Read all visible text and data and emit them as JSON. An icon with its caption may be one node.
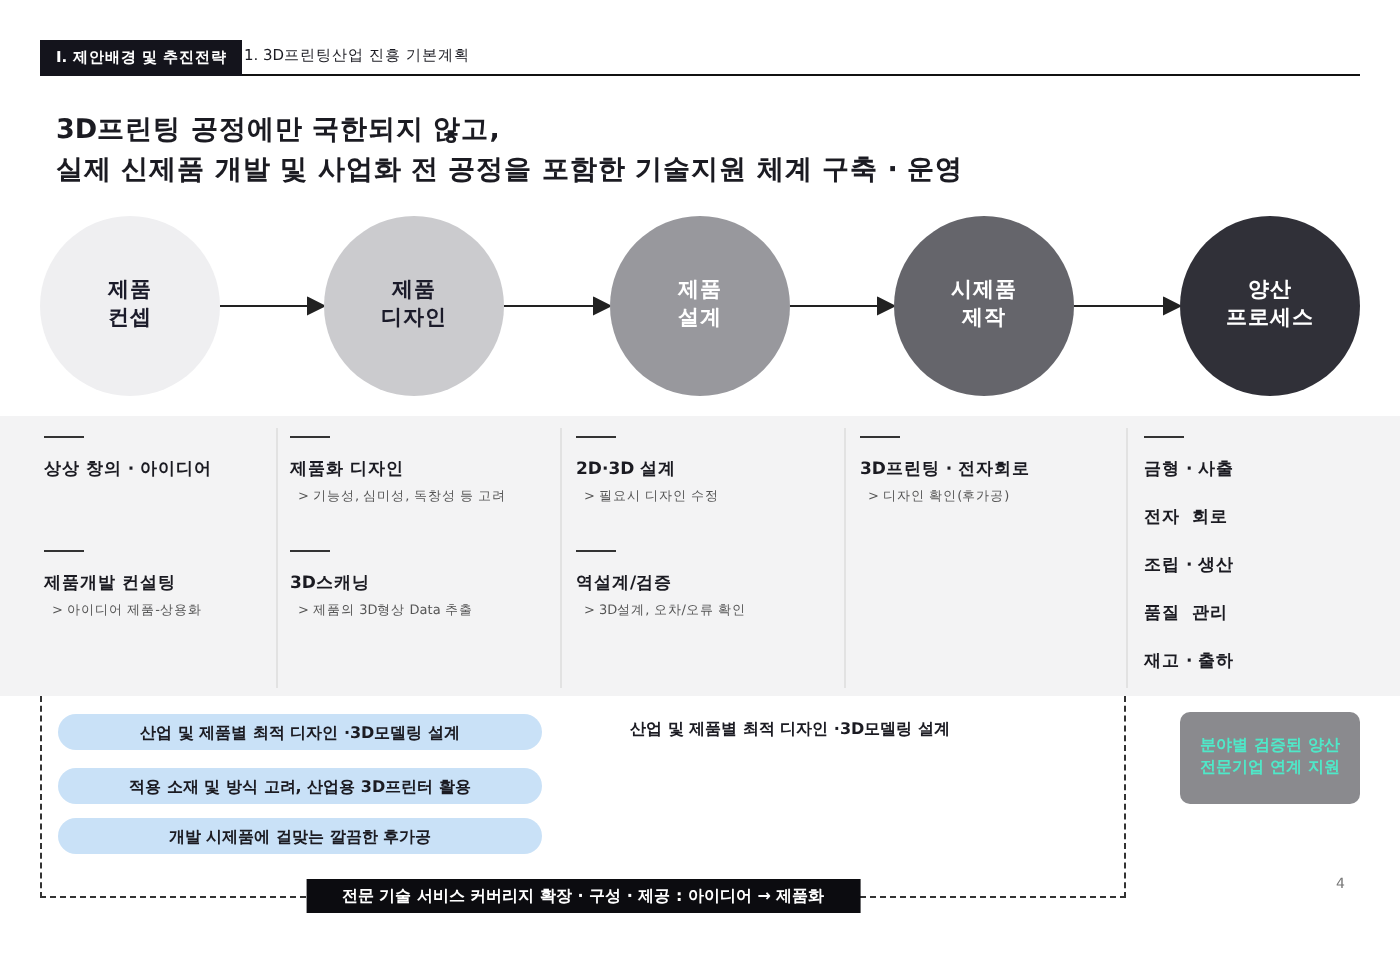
{
  "diagram": {
    "title": "3D프린팅 공정에만 국한되지 않고, 실제 신제품 개발 및 사업화 전 공정을 포함한 기술지원 체계 구축 · 운영",
    "nodes": [
      {
        "text": [
          "제품 컨셉"
        ]
      },
      {
        "text": [
          "제품 디자인"
        ]
      },
      {
        "text": [
          "제품 설계"
        ]
      },
      {
        "text": [
          "시제품 제작"
        ]
      },
      {
        "text": [
          "양산 프로세스"
        ]
      },
      {
        "text": [
          "전문 기술 서비스 커버리지 확장 · 구성 · 제공 : 아이디어 → 제품화"
        ]
      },
      {
        "text": [
          "산업 및 제품별 최적 디자인 ·3D모델링 설계"
        ],
        "in": 5
      },
      {
        "text": [
          "적용 소재 및 방식 고려, 산업용 3D프린터 활용"
        ],
        "in": 5
      },
      {
        "text": [
          "개발 시제품에 걸맞는 깔끔한 후가공"
        ],
        "in": 5
      },
      {
        "text": [
          "분야별 검증된 양산 전문기업 연계 지원"
        ]
      }
    ],
    "edges": [
      {
        "from": 0,
        "to": 1,
        "arrow": "to"
      },
      {
        "from": 1,
        "to": 2,
        "arrow": "to"
      },
      {
        "from": 2,
        "to": 3,
        "arrow": "to"
      },
      {
        "from": 3,
        "to": 4,
        "arrow": "to"
      }
    ],
    "labels": [
      "I. 제안배경 및 추진전략",
      "1. 3D프린팅산업 진흥 기본계획",
      "상상 창의 · 아이디어",
      "제품개발 컨설팅",
      "> 아이디어 제품-상용화",
      "제품화 디자인",
      "> 기능성, 심미성, 독창성 등 고려",
      "3D스캐닝",
      "> 제품의 3D형상 Data 추출",
      "2D·3D 설계",
      "> 필요시 디자인 수정",
      "역설계/검증",
      "> 3D설계, 오차/오류 확인",
      "3D프린팅 · 전자회로",
      "> 디자인 확인(후가공)",
      "금형 · 사출",
      "전자  회로",
      "조립 · 생산",
      "품질  관리",
      "재고 · 출하",
      "산업 및 제품별 최적 디자인 ·3D모델링 설계",
      "4"
    ]
  }
}
